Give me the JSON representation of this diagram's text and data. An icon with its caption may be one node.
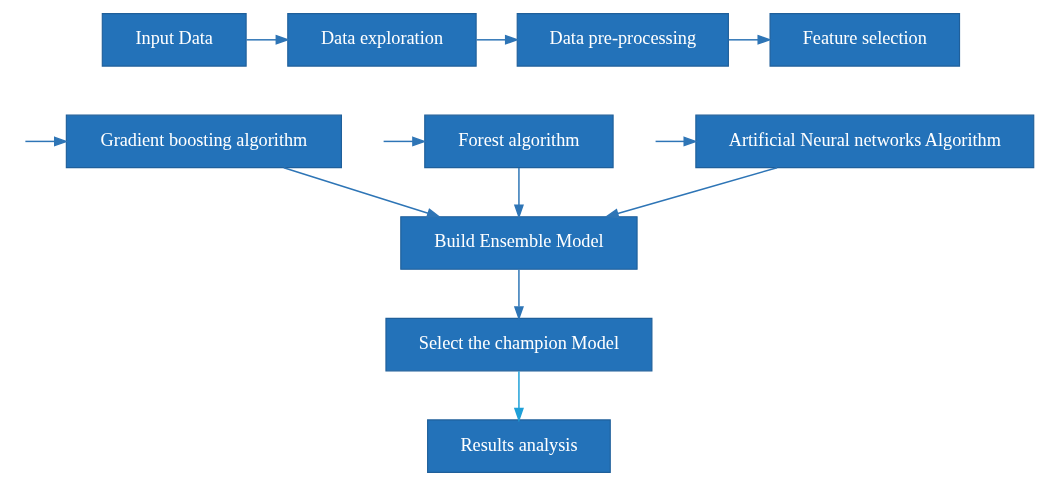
{
  "diagram": {
    "nodes": [
      {
        "text": [
          "Input Data"
        ]
      },
      {
        "text": [
          "Data exploration"
        ]
      },
      {
        "text": [
          "Data pre-processing"
        ]
      },
      {
        "text": [
          "Feature selection"
        ]
      },
      {
        "text": [
          "Artificial Neural networks Algorithm"
        ]
      },
      {
        "text": [
          "Gradient boosting algorithm"
        ]
      },
      {
        "text": [
          "Forest algorithm"
        ]
      },
      {
        "text": [
          "Build Ensemble Model"
        ]
      },
      {
        "text": [
          "Select the champion Model"
        ]
      },
      {
        "text": [
          "Results analysis"
        ]
      }
    ],
    "edges": [
      {
        "from": 0,
        "to": 1,
        "arrow": "to"
      },
      {
        "from": 1,
        "to": 2,
        "arrow": "to"
      },
      {
        "from": 2,
        "to": 3,
        "arrow": "to"
      },
      {
        "from": null,
        "to": 4,
        "arrow": "to"
      },
      {
        "from": null,
        "to": 5,
        "arrow": "to"
      },
      {
        "from": null,
        "to": 6,
        "arrow": "to"
      },
      {
        "from": 4,
        "to": 7,
        "arrow": "to"
      },
      {
        "from": 5,
        "to": 7,
        "arrow": "to"
      },
      {
        "from": 6,
        "to": 7,
        "arrow": "to"
      },
      {
        "from": 7,
        "to": 8,
        "arrow": "to"
      },
      {
        "from": 8,
        "to": 9,
        "arrow": "to",
        "color": "#1fa0d8"
      }
    ]
  }
}
